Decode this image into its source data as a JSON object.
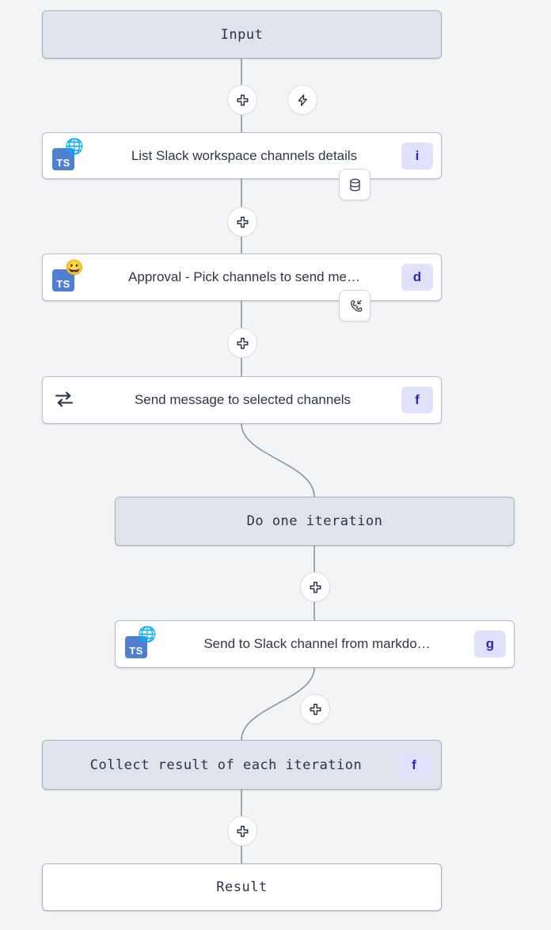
{
  "canvas": {
    "background_color": "#f3f4f6",
    "node_fill_terminal": "#dee3ec",
    "node_fill_step": "#ffffff",
    "badge_bg": "#e0e2fb",
    "badge_fg": "#2f28b5",
    "edge_color": "#8d939e",
    "ts_icon_color": "#4f7fd0"
  },
  "nodes": {
    "input": {
      "label": "Input",
      "kind": "terminal"
    },
    "list_channels": {
      "label": "List Slack workspace channels details",
      "badge": "i",
      "lang_icon": "TS",
      "emoji": "🌐",
      "side_icon": "database-icon"
    },
    "approval": {
      "label": "Approval - Pick channels to send me…",
      "badge": "d",
      "lang_icon": "TS",
      "emoji": "😀",
      "side_icon": "phone-incoming-icon"
    },
    "send_message": {
      "label": "Send message to selected channels",
      "badge": "f",
      "lead_icon": "loop-icon"
    },
    "do_one_iteration": {
      "label": "Do one iteration",
      "kind": "terminal"
    },
    "send_to_slack": {
      "label": "Send to Slack channel from markdo…",
      "badge": "g",
      "lang_icon": "TS",
      "emoji": "🌐"
    },
    "collect_result": {
      "label": "Collect result of each iteration",
      "badge": "f",
      "kind": "terminal"
    },
    "result": {
      "label": "Result",
      "kind": "terminal-white"
    }
  },
  "buttons": {
    "add_step": "add-step-plus",
    "trigger": "lightning-trigger"
  }
}
